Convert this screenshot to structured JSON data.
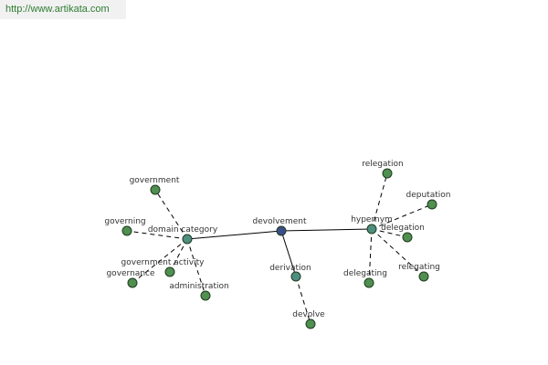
{
  "source": {
    "url_text": "http://www.artikata.com"
  },
  "colors": {
    "center_node": "#3a4f8a",
    "hub_node": "#4f8f7f",
    "leaf_node": "#4f8f4f",
    "edge": "#000000"
  },
  "graph": {
    "nodes": [
      {
        "id": "devolvement",
        "label": "devolvement",
        "kind": "center"
      },
      {
        "id": "domain-category",
        "label": "domain category",
        "kind": "hub"
      },
      {
        "id": "hypernym",
        "label": "hypernym",
        "kind": "hub"
      },
      {
        "id": "derivation",
        "label": "derivation",
        "kind": "hub"
      },
      {
        "id": "government",
        "label": "government",
        "kind": "leaf"
      },
      {
        "id": "governing",
        "label": "governing",
        "kind": "leaf"
      },
      {
        "id": "government-activity",
        "label": "government activity",
        "kind": "leaf"
      },
      {
        "id": "governance",
        "label": "governance",
        "kind": "leaf"
      },
      {
        "id": "administration",
        "label": "administration",
        "kind": "leaf"
      },
      {
        "id": "relegation",
        "label": "relegation",
        "kind": "leaf"
      },
      {
        "id": "deputation",
        "label": "deputation",
        "kind": "leaf"
      },
      {
        "id": "delegation",
        "label": "delegation",
        "kind": "leaf"
      },
      {
        "id": "delegating",
        "label": "delegating",
        "kind": "leaf"
      },
      {
        "id": "relegating",
        "label": "relegating",
        "kind": "leaf"
      },
      {
        "id": "devolve",
        "label": "devolve",
        "kind": "leaf"
      }
    ],
    "edges": [
      {
        "from": "devolvement",
        "to": "domain-category",
        "style": "solid"
      },
      {
        "from": "devolvement",
        "to": "hypernym",
        "style": "solid"
      },
      {
        "from": "devolvement",
        "to": "derivation",
        "style": "solid"
      },
      {
        "from": "domain-category",
        "to": "government",
        "style": "dashed"
      },
      {
        "from": "domain-category",
        "to": "governing",
        "style": "dashed"
      },
      {
        "from": "domain-category",
        "to": "government-activity",
        "style": "dashed"
      },
      {
        "from": "domain-category",
        "to": "governance",
        "style": "dashed"
      },
      {
        "from": "domain-category",
        "to": "administration",
        "style": "dashed"
      },
      {
        "from": "hypernym",
        "to": "relegation",
        "style": "dashed"
      },
      {
        "from": "hypernym",
        "to": "deputation",
        "style": "dashed"
      },
      {
        "from": "hypernym",
        "to": "delegation",
        "style": "dashed"
      },
      {
        "from": "hypernym",
        "to": "delegating",
        "style": "dashed"
      },
      {
        "from": "hypernym",
        "to": "relegating",
        "style": "dashed"
      },
      {
        "from": "derivation",
        "to": "devolve",
        "style": "dashed"
      }
    ]
  }
}
